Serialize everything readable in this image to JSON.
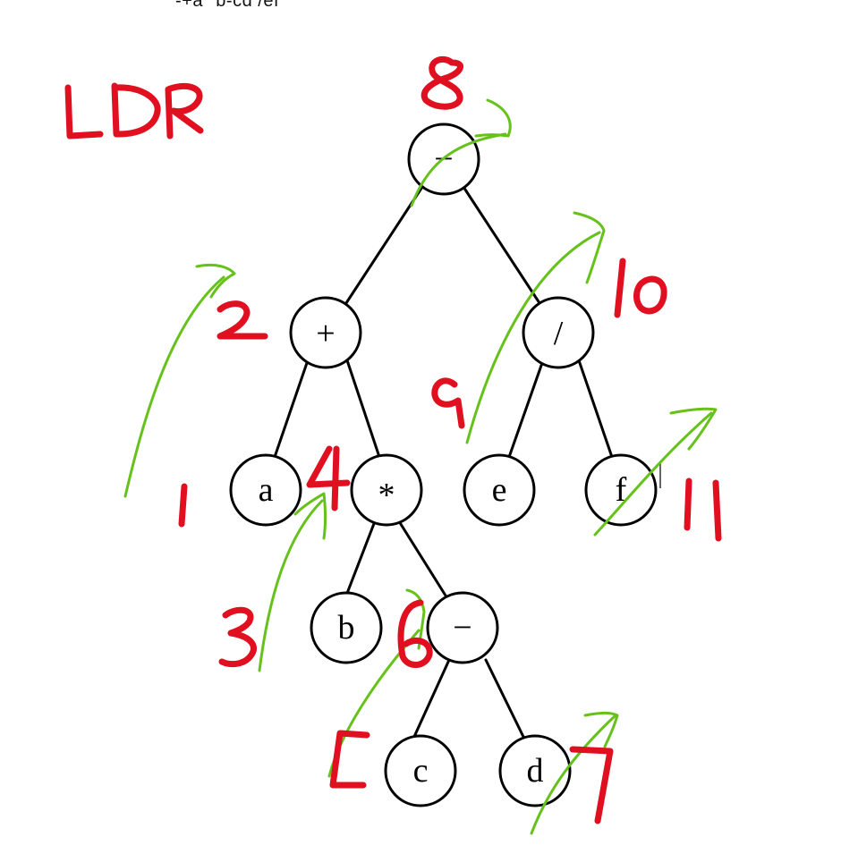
{
  "expression_text": "-+a *b-cd /ef",
  "traversal_label": "LDR",
  "colors": {
    "annotation": "#e01020",
    "arrows": "#66c21b",
    "tree": "#000000"
  },
  "nodes": [
    {
      "id": "root-minus",
      "label": "−",
      "order": "8"
    },
    {
      "id": "plus",
      "label": "+",
      "order": "2"
    },
    {
      "id": "divide",
      "label": "/",
      "order": "10"
    },
    {
      "id": "a",
      "label": "a",
      "order": "1"
    },
    {
      "id": "times",
      "label": "*",
      "order": "4"
    },
    {
      "id": "e",
      "label": "e",
      "order": "9"
    },
    {
      "id": "f",
      "label": "f",
      "order": "11"
    },
    {
      "id": "b",
      "label": "b",
      "order": "3"
    },
    {
      "id": "inner-minus",
      "label": "−",
      "order": "6"
    },
    {
      "id": "c",
      "label": "c",
      "order": "5"
    },
    {
      "id": "d",
      "label": "d",
      "order": "7"
    }
  ]
}
